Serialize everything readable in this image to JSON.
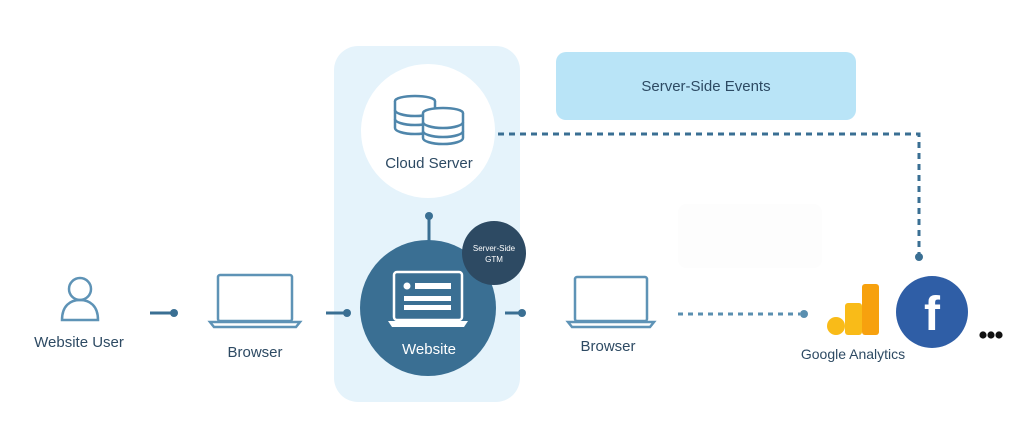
{
  "nodes": {
    "website_user": "Website User",
    "browser_left": "Browser",
    "cloud_server": "Cloud Server",
    "website": "Website",
    "server_side_gtm": [
      "Server-Side",
      "GTM"
    ],
    "browser_right": "Browser",
    "google_analytics": "Google Analytics",
    "facebook_glyph": "f"
  },
  "banner": {
    "label": "Server-Side Events"
  },
  "colors": {
    "navy": "#2d4a63",
    "website_circle": "#3a6f93",
    "gtm_badge": "#2d4a63",
    "panel": "#e5f3fb",
    "banner": "#b9e4f7",
    "connector": "#3a6f93",
    "ga_orange": "#f7a10e",
    "ga_yellow": "#f9bb18",
    "facebook": "#2f5ea6"
  },
  "icons": [
    "user-icon",
    "laptop-icon",
    "database-icon",
    "website-window-icon",
    "google-analytics-icon",
    "facebook-icon",
    "more-dots-icon"
  ]
}
